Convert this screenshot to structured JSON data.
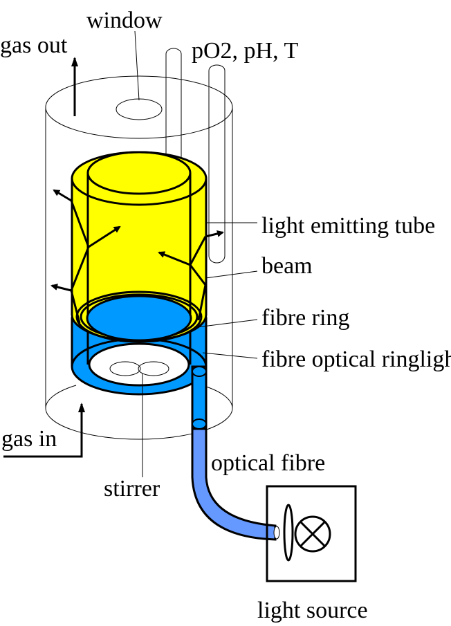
{
  "labels": {
    "window": "window",
    "gas_out": "gas out",
    "probes": "pO2, pH, T",
    "light_emitting_tube": "light emitting tube",
    "beam": "beam",
    "fibre_ring": "fibre ring",
    "fibre_optical_ringlight": "fibre optical ringlight",
    "gas_in": "gas in",
    "optical_fibre": "optical fibre",
    "stirrer": "stirrer",
    "light_source": "light source"
  },
  "colors": {
    "tube_yellow": "#ffff00",
    "ringlight_blue": "#0099ff",
    "fibre_light_blue": "#6699ff"
  }
}
